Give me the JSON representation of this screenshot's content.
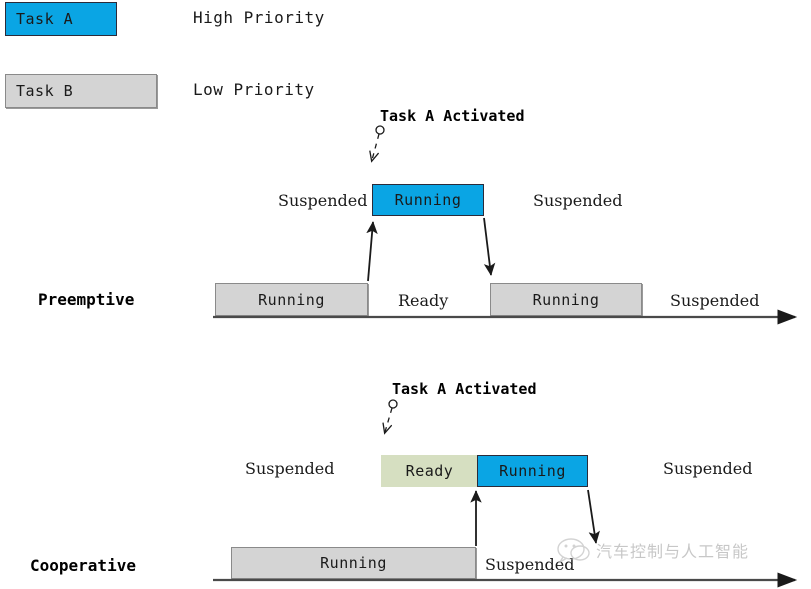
{
  "legend": {
    "items": [
      {
        "label": "Task A",
        "priority": "High Priority",
        "color": "#0aa5e4"
      },
      {
        "label": "Task B",
        "priority": "Low Priority",
        "color": "#d4d4d4"
      }
    ]
  },
  "sections": [
    {
      "name": "Preemptive",
      "title": "Preemptive",
      "callout": "Task A Activated",
      "task_a_row": {
        "left_label": "Suspended",
        "box_label": "Running",
        "right_label": "Suspended"
      },
      "task_b_row": {
        "boxes": [
          {
            "label": "Running"
          },
          {
            "label": "Running"
          }
        ],
        "gap_label": "Ready",
        "tail_label": "Suspended"
      }
    },
    {
      "name": "Cooperative",
      "title": "Cooperative",
      "callout": "Task A Activated",
      "task_a_row": {
        "left_label": "Suspended",
        "ready_label": "Ready",
        "running_label": "Running",
        "right_label": "Suspended"
      },
      "task_b_row": {
        "box_label": "Running",
        "tail_label": "Suspended"
      }
    }
  ],
  "watermark": {
    "text": "汽车控制与人工智能",
    "icon": "wechat-logo"
  },
  "colors": {
    "task_a_blue": "#0aa5e4",
    "task_b_gray": "#d4d4d4",
    "ready_green": "#d6dfc1",
    "line_black": "#1a1a1a",
    "border_gray": "#8a8a8a"
  }
}
